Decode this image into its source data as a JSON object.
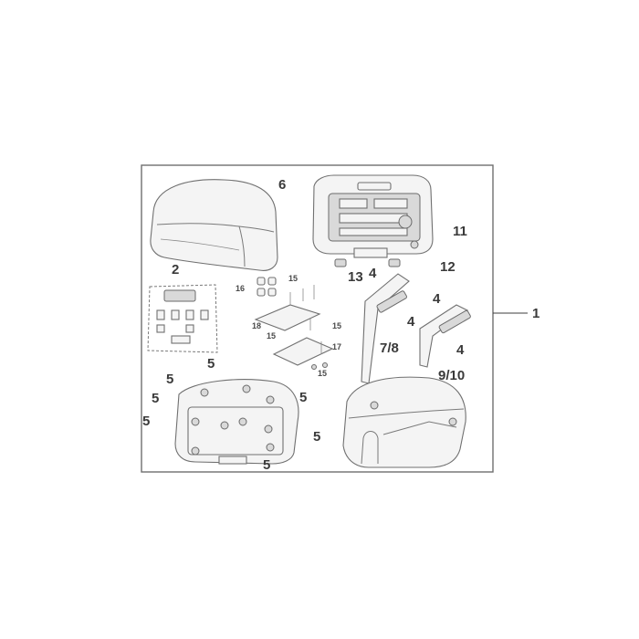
{
  "callouts": {
    "c1": "1",
    "c2": "2",
    "c4a": "4",
    "c4b": "4",
    "c4c": "4",
    "c4d": "4",
    "c5a": "5",
    "c5b": "5",
    "c5c": "5",
    "c5d": "5",
    "c5e": "5",
    "c5f": "5",
    "c5g": "5",
    "c6": "6",
    "c78": "7/8",
    "c910": "9/10",
    "c11": "11",
    "c12": "12",
    "c13": "13",
    "c15a": "15",
    "c15b": "15",
    "c15c": "15",
    "c15d": "15",
    "c16": "16",
    "c17": "17",
    "c18": "18"
  }
}
